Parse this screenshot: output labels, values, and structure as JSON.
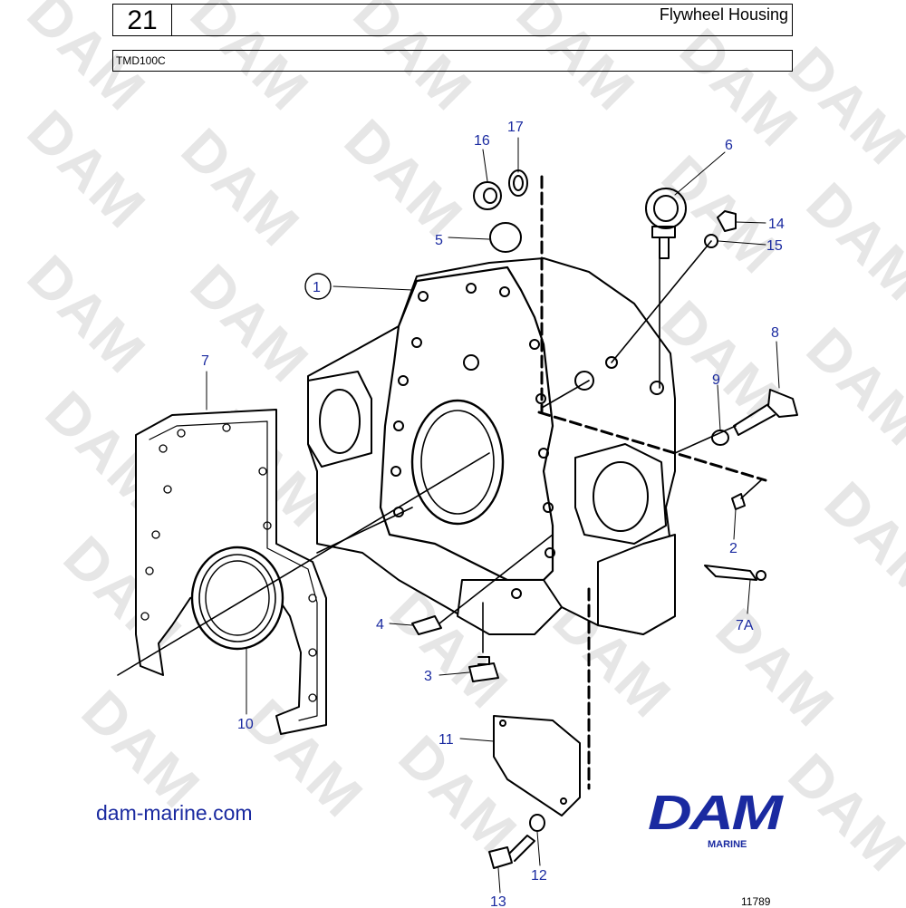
{
  "header": {
    "page_number": "21",
    "title": "Flywheel Housing",
    "model": "TMD100C"
  },
  "watermark": {
    "text": "DAM",
    "color": "#e6e6e6"
  },
  "callouts": [
    {
      "id": "1",
      "label": "1"
    },
    {
      "id": "2",
      "label": "2"
    },
    {
      "id": "3",
      "label": "3"
    },
    {
      "id": "4",
      "label": "4"
    },
    {
      "id": "5",
      "label": "5"
    },
    {
      "id": "6",
      "label": "6"
    },
    {
      "id": "7",
      "label": "7"
    },
    {
      "id": "7A",
      "label": "7A"
    },
    {
      "id": "8",
      "label": "8"
    },
    {
      "id": "9",
      "label": "9"
    },
    {
      "id": "10",
      "label": "10"
    },
    {
      "id": "11",
      "label": "11"
    },
    {
      "id": "12",
      "label": "12"
    },
    {
      "id": "13",
      "label": "13"
    },
    {
      "id": "14",
      "label": "14"
    },
    {
      "id": "15",
      "label": "15"
    },
    {
      "id": "16",
      "label": "16"
    },
    {
      "id": "17",
      "label": "17"
    }
  ],
  "footer": {
    "website": "dam-marine.com",
    "logo_text": "DAM",
    "logo_subtext": "MARINE",
    "drawing_ref": "11789",
    "brand_color": "#1a2aa0"
  }
}
